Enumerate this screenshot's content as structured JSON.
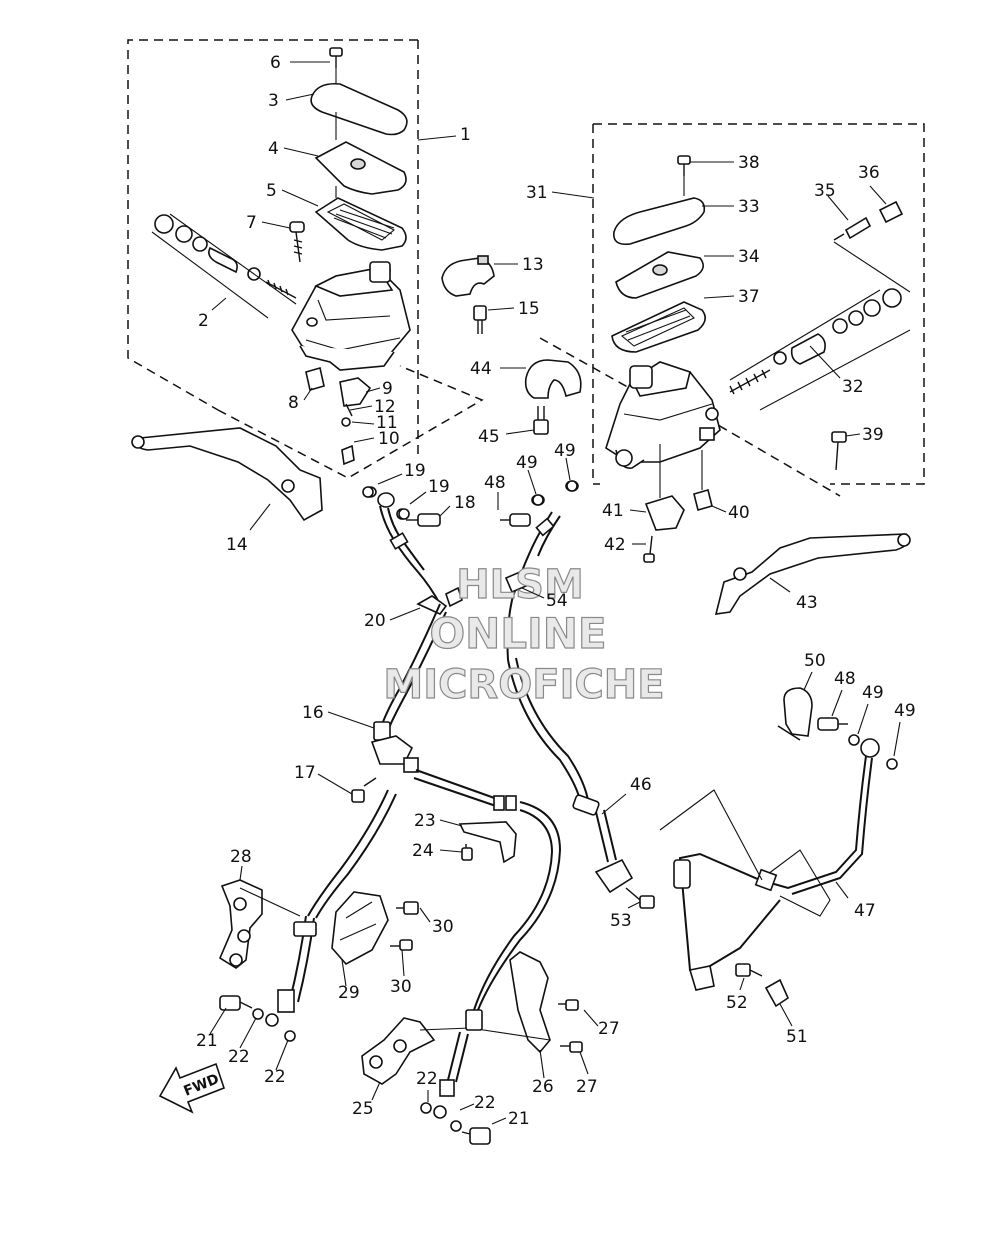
{
  "watermark": {
    "line1": "HLSM",
    "line2": "ONLINE",
    "line3": "MICROFICHE"
  },
  "fwd_label": "FWD",
  "callouts": [
    {
      "id": "c1",
      "label": "1"
    },
    {
      "id": "c2",
      "label": "2"
    },
    {
      "id": "c3",
      "label": "3"
    },
    {
      "id": "c4",
      "label": "4"
    },
    {
      "id": "c5",
      "label": "5"
    },
    {
      "id": "c6",
      "label": "6"
    },
    {
      "id": "c7",
      "label": "7"
    },
    {
      "id": "c8",
      "label": "8"
    },
    {
      "id": "c9",
      "label": "9"
    },
    {
      "id": "c10",
      "label": "10"
    },
    {
      "id": "c11",
      "label": "11"
    },
    {
      "id": "c12",
      "label": "12"
    },
    {
      "id": "c13",
      "label": "13"
    },
    {
      "id": "c14",
      "label": "14"
    },
    {
      "id": "c15",
      "label": "15"
    },
    {
      "id": "c16",
      "label": "16"
    },
    {
      "id": "c17",
      "label": "17"
    },
    {
      "id": "c18",
      "label": "18"
    },
    {
      "id": "c19a",
      "label": "19"
    },
    {
      "id": "c19b",
      "label": "19"
    },
    {
      "id": "c20",
      "label": "20"
    },
    {
      "id": "c21a",
      "label": "21"
    },
    {
      "id": "c21b",
      "label": "21"
    },
    {
      "id": "c22a",
      "label": "22"
    },
    {
      "id": "c22b",
      "label": "22"
    },
    {
      "id": "c22c",
      "label": "22"
    },
    {
      "id": "c22d",
      "label": "22"
    },
    {
      "id": "c23",
      "label": "23"
    },
    {
      "id": "c24",
      "label": "24"
    },
    {
      "id": "c25",
      "label": "25"
    },
    {
      "id": "c26",
      "label": "26"
    },
    {
      "id": "c27a",
      "label": "27"
    },
    {
      "id": "c27b",
      "label": "27"
    },
    {
      "id": "c28",
      "label": "28"
    },
    {
      "id": "c29",
      "label": "29"
    },
    {
      "id": "c30a",
      "label": "30"
    },
    {
      "id": "c30b",
      "label": "30"
    },
    {
      "id": "c31",
      "label": "31"
    },
    {
      "id": "c32",
      "label": "32"
    },
    {
      "id": "c33",
      "label": "33"
    },
    {
      "id": "c34",
      "label": "34"
    },
    {
      "id": "c35",
      "label": "35"
    },
    {
      "id": "c36",
      "label": "36"
    },
    {
      "id": "c37",
      "label": "37"
    },
    {
      "id": "c38",
      "label": "38"
    },
    {
      "id": "c39",
      "label": "39"
    },
    {
      "id": "c40",
      "label": "40"
    },
    {
      "id": "c41",
      "label": "41"
    },
    {
      "id": "c42",
      "label": "42"
    },
    {
      "id": "c43",
      "label": "43"
    },
    {
      "id": "c44",
      "label": "44"
    },
    {
      "id": "c45",
      "label": "45"
    },
    {
      "id": "c46",
      "label": "46"
    },
    {
      "id": "c47",
      "label": "47"
    },
    {
      "id": "c48a",
      "label": "48"
    },
    {
      "id": "c48b",
      "label": "48"
    },
    {
      "id": "c49a",
      "label": "49"
    },
    {
      "id": "c49b",
      "label": "49"
    },
    {
      "id": "c49c",
      "label": "49"
    },
    {
      "id": "c49d",
      "label": "49"
    },
    {
      "id": "c50",
      "label": "50"
    },
    {
      "id": "c51",
      "label": "51"
    },
    {
      "id": "c52",
      "label": "52"
    },
    {
      "id": "c53",
      "label": "53"
    },
    {
      "id": "c54",
      "label": "54"
    }
  ]
}
